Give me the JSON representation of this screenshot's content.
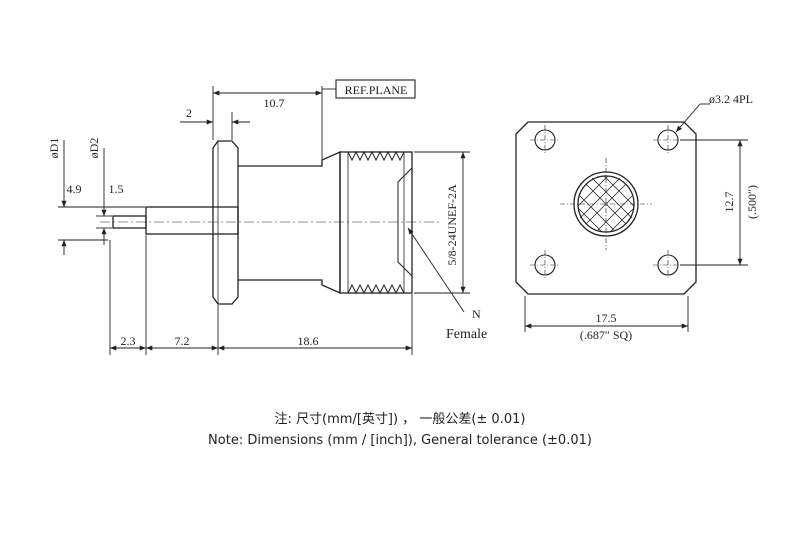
{
  "dimensions": {
    "d_1": "10.7",
    "d_2": "2",
    "d_3": "4.9",
    "d_4": "1.5",
    "d_5": "2.3",
    "d_6": "7.2",
    "d_7": "18.6",
    "d_8": "17.5",
    "d_9": "(.687″ SQ)",
    "d_10": "12.7",
    "d_11": "(.500″)",
    "d_12": "ø3.2 4PL"
  },
  "labels": {
    "ref_plane": "REF.PLANE",
    "d1": "øD1",
    "d2": "øD2",
    "thread": "5/8-24UNEF-2A",
    "n": "N",
    "female": "Female"
  },
  "notes": {
    "chinese": "注: 尺寸(mm/[英寸]) ， 一般公差(±  0.01)",
    "english": "Note: Dimensions (mm / [inch]), General tolerance (±0.01)"
  }
}
